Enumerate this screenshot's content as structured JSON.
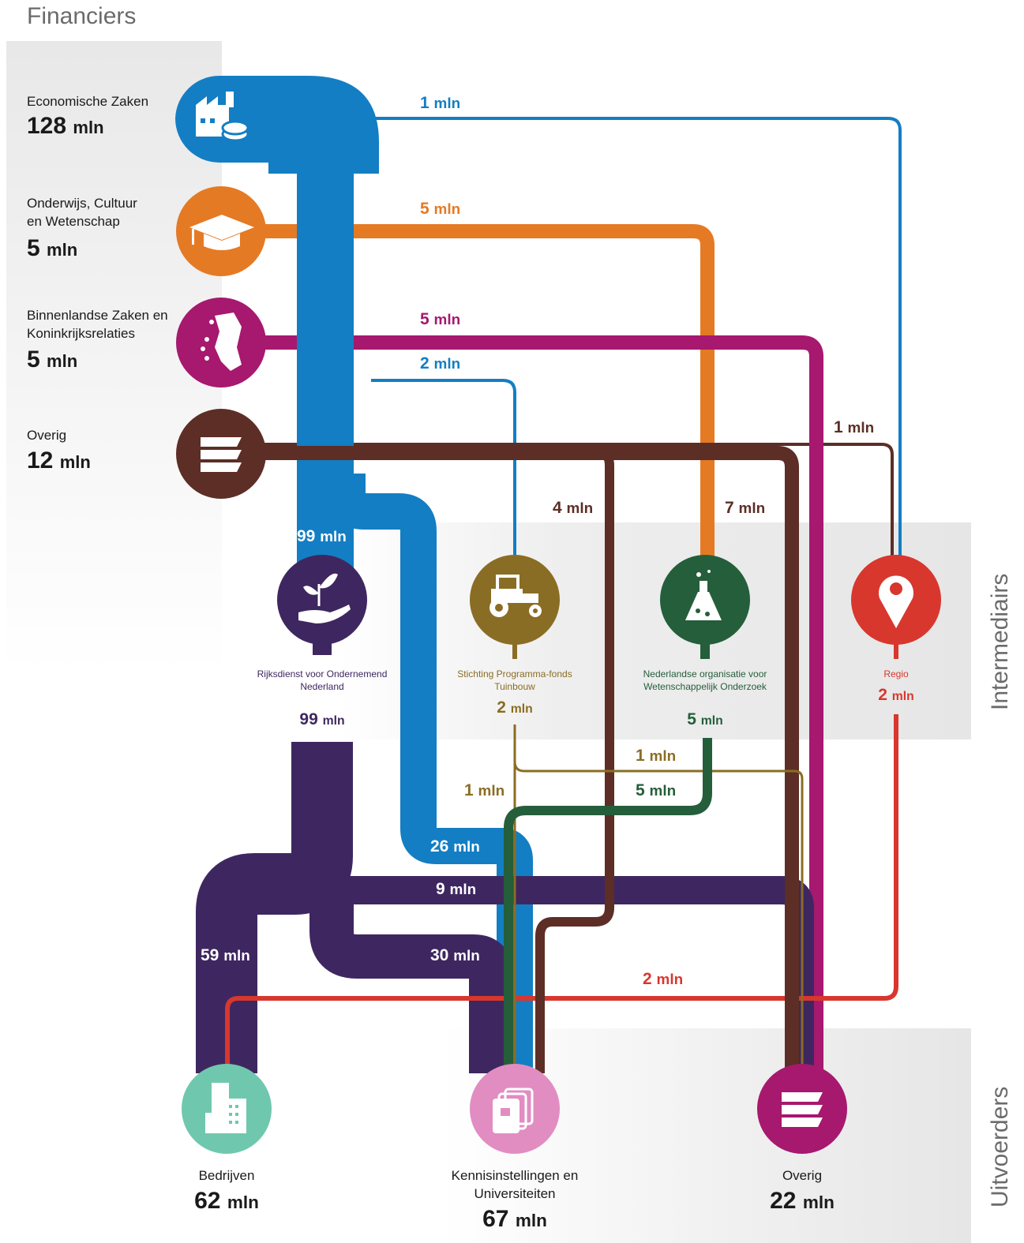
{
  "sections": {
    "financiers": "Financiers",
    "intermediairs": "Intermediairs",
    "uitvoerders": "Uitvoerders"
  },
  "unit": "mln",
  "colors": {
    "ez": "#137ec3",
    "ocw": "#e57a24",
    "bzk": "#a7186f",
    "overig_src": "#5c2e26",
    "rvo": "#3e2760",
    "tuinbouw": "#8a6d24",
    "nwo": "#255e3b",
    "regio": "#d8372e",
    "bedrijven": "#6fc8ae",
    "kennis": "#e18dc2",
    "overig_dst": "#a7186f"
  },
  "financiers": [
    {
      "id": "ez",
      "name": "Economische Zaken",
      "value": "128",
      "icon": "factory-coin-icon"
    },
    {
      "id": "ocw",
      "name": "Onderwijs, Cultuur en Wetenschap",
      "value": "5",
      "icon": "graduation-cap-icon"
    },
    {
      "id": "bzk",
      "name": "Binnenlandse Zaken en Koninkrijksrelaties",
      "value": "5",
      "icon": "netherlands-map-icon"
    },
    {
      "id": "overig_src",
      "name": "Overig",
      "value": "12",
      "icon": "list-bars-icon"
    }
  ],
  "intermediairs": [
    {
      "id": "rvo",
      "name": "Rijksdienst voor Ondernemend Nederland",
      "value": "99",
      "icon": "plant-hand-icon"
    },
    {
      "id": "tuinbouw",
      "name": "Stichting Programma-fonds Tuinbouw",
      "value": "2",
      "icon": "tractor-icon"
    },
    {
      "id": "nwo",
      "name": "Nederlandse organisatie voor Wetenschappelijk Onderzoek",
      "value": "5",
      "icon": "flask-icon"
    },
    {
      "id": "regio",
      "name": "Regio",
      "value": "2",
      "icon": "location-pin-icon"
    }
  ],
  "uitvoerders": [
    {
      "id": "bedrijven",
      "name": "Bedrijven",
      "value": "62",
      "icon": "buildings-icon"
    },
    {
      "id": "kennis",
      "name": "Kennisinstellingen en Universiteiten",
      "value": "67",
      "icon": "books-icon"
    },
    {
      "id": "overig_dst",
      "name": "Overig",
      "value": "22",
      "icon": "list-bars-icon"
    }
  ],
  "flow_labels": {
    "ez_regio": "1",
    "ocw_nwo": "5",
    "bzk_overig": "5",
    "ez_tuinbouw": "2",
    "overig_regio": "1",
    "overig_kennis": "4",
    "overig_overig": "7",
    "ez_rvo": "99",
    "tuinbouw_overig": "1",
    "tuinbouw_kennis": "1",
    "nwo_kennis": "5",
    "ez_kennis": "26",
    "rvo_overig": "9",
    "rvo_bedrijven": "59",
    "rvo_kennis": "30",
    "regio_bedrijven": "2"
  },
  "chart_data": {
    "type": "sankey",
    "unit": "mln",
    "nodes": [
      {
        "id": "ez",
        "label": "Economische Zaken",
        "value": 128,
        "group": "Financiers"
      },
      {
        "id": "ocw",
        "label": "Onderwijs, Cultuur en Wetenschap",
        "value": 5,
        "group": "Financiers"
      },
      {
        "id": "bzk",
        "label": "Binnenlandse Zaken en Koninkrijksrelaties",
        "value": 5,
        "group": "Financiers"
      },
      {
        "id": "overig_src",
        "label": "Overig",
        "value": 12,
        "group": "Financiers"
      },
      {
        "id": "rvo",
        "label": "Rijksdienst voor Ondernemend Nederland",
        "value": 99,
        "group": "Intermediairs"
      },
      {
        "id": "tuinbouw",
        "label": "Stichting Programma-fonds Tuinbouw",
        "value": 2,
        "group": "Intermediairs"
      },
      {
        "id": "nwo",
        "label": "Nederlandse organisatie voor Wetenschappelijk Onderzoek",
        "value": 5,
        "group": "Intermediairs"
      },
      {
        "id": "regio",
        "label": "Regio",
        "value": 2,
        "group": "Intermediairs"
      },
      {
        "id": "bedrijven",
        "label": "Bedrijven",
        "value": 62,
        "group": "Uitvoerders"
      },
      {
        "id": "kennis",
        "label": "Kennisinstellingen en Universiteiten",
        "value": 67,
        "group": "Uitvoerders"
      },
      {
        "id": "overig_dst",
        "label": "Overig",
        "value": 22,
        "group": "Uitvoerders"
      }
    ],
    "links": [
      {
        "source": "ez",
        "target": "rvo",
        "value": 99
      },
      {
        "source": "ez",
        "target": "kennis",
        "value": 26
      },
      {
        "source": "ez",
        "target": "tuinbouw",
        "value": 2
      },
      {
        "source": "ez",
        "target": "regio",
        "value": 1
      },
      {
        "source": "ocw",
        "target": "nwo",
        "value": 5
      },
      {
        "source": "bzk",
        "target": "overig_dst",
        "value": 5
      },
      {
        "source": "overig_src",
        "target": "overig_dst",
        "value": 7
      },
      {
        "source": "overig_src",
        "target": "kennis",
        "value": 4
      },
      {
        "source": "overig_src",
        "target": "regio",
        "value": 1
      },
      {
        "source": "rvo",
        "target": "bedrijven",
        "value": 59
      },
      {
        "source": "rvo",
        "target": "kennis",
        "value": 30
      },
      {
        "source": "rvo",
        "target": "overig_dst",
        "value": 9
      },
      {
        "source": "tuinbouw",
        "target": "kennis",
        "value": 1
      },
      {
        "source": "tuinbouw",
        "target": "overig_dst",
        "value": 1
      },
      {
        "source": "nwo",
        "target": "kennis",
        "value": 5
      },
      {
        "source": "regio",
        "target": "bedrijven",
        "value": 2
      }
    ]
  }
}
